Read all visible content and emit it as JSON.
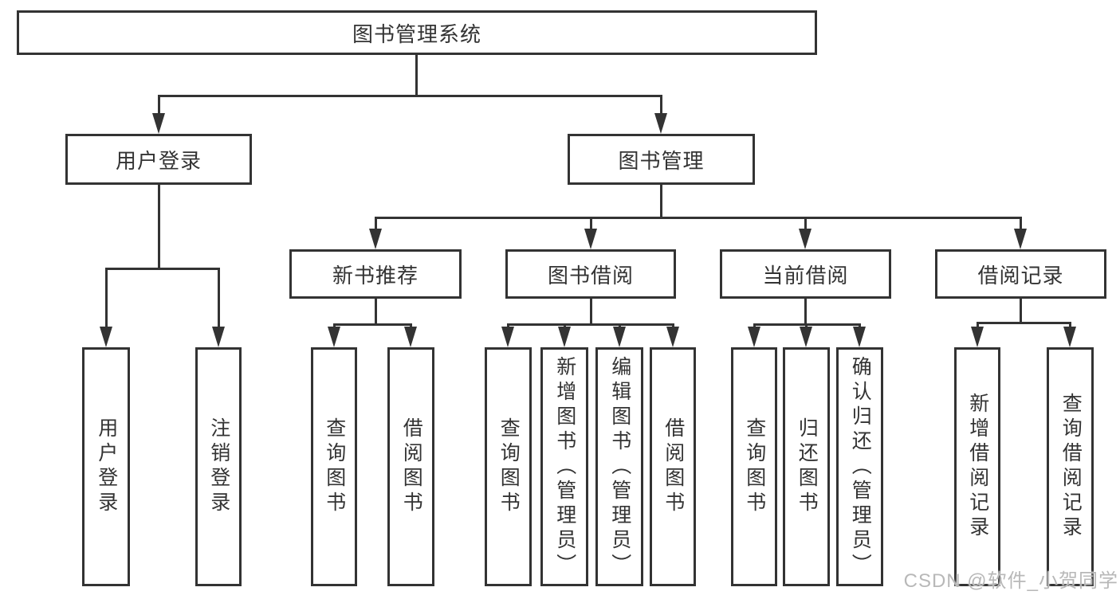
{
  "diagram": {
    "root": {
      "label": "图书管理系统",
      "children": [
        {
          "label": "用户登录",
          "children": [
            {
              "label": "用户登录"
            },
            {
              "label": "注销登录"
            }
          ]
        },
        {
          "label": "图书管理",
          "children": [
            {
              "label": "新书推荐",
              "children": [
                {
                  "label": "查询图书"
                },
                {
                  "label": "借阅图书"
                }
              ]
            },
            {
              "label": "图书借阅",
              "children": [
                {
                  "label": "查询图书"
                },
                {
                  "label": "新增图书（管理员）"
                },
                {
                  "label": "编辑图书（管理员）"
                },
                {
                  "label": "借阅图书"
                }
              ]
            },
            {
              "label": "当前借阅",
              "children": [
                {
                  "label": "查询图书"
                },
                {
                  "label": "归还图书"
                },
                {
                  "label": "确认归还（管理员）"
                }
              ]
            },
            {
              "label": "借阅记录",
              "children": [
                {
                  "label": "新增借阅记录"
                },
                {
                  "label": "查询借阅记录"
                }
              ]
            }
          ]
        }
      ]
    }
  },
  "watermark": {
    "text": "CSDN @软件_小贺同学"
  },
  "colors": {
    "line": "#333333",
    "text": "#333333",
    "watermark": "#b8b8b8",
    "background": "#ffffff"
  }
}
